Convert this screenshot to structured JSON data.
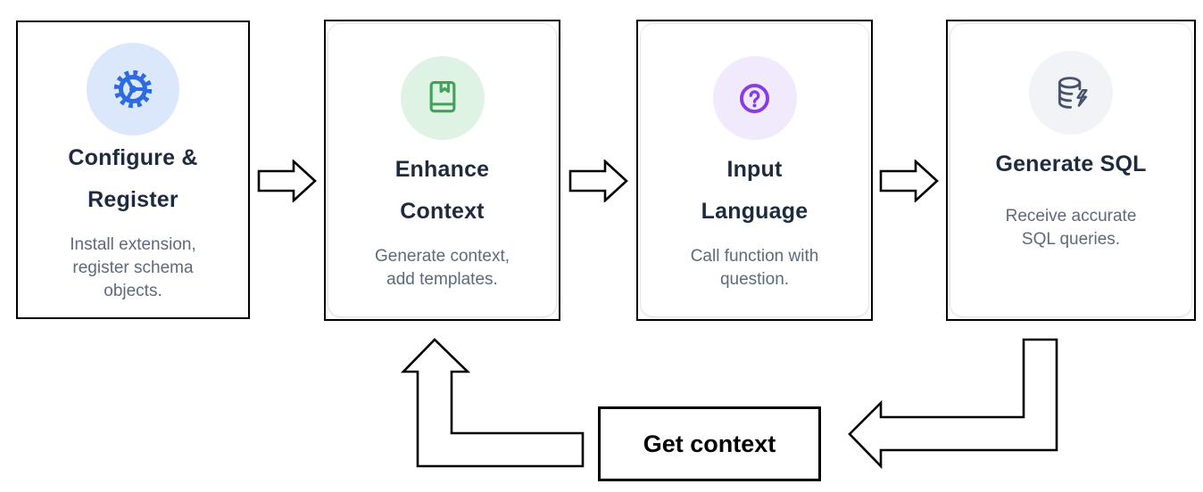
{
  "cards": [
    {
      "title": "Configure &\nRegister",
      "description": "Install extension,\nregister schema\nobjects.",
      "icon": "gear-icon",
      "icon_color": "#2f6be0",
      "icon_bg": "#dbe8fb"
    },
    {
      "title": "Enhance\nContext",
      "description": "Generate context,\nadd templates.",
      "icon": "book-bookmark-icon",
      "icon_color": "#3fa457",
      "icon_bg": "#def3e4"
    },
    {
      "title": "Input\nLanguage",
      "description": "Call function with\nquestion.",
      "icon": "question-circle-icon",
      "icon_color": "#8a3be8",
      "icon_bg": "#f1e9fc"
    },
    {
      "title": "Generate SQL",
      "description": "Receive accurate\nSQL queries.",
      "icon": "database-bolt-icon",
      "icon_color": "#46536a",
      "icon_bg": "#f1f3f6"
    }
  ],
  "flow": {
    "loop_label": "Get context",
    "outline_color": "#000000"
  }
}
